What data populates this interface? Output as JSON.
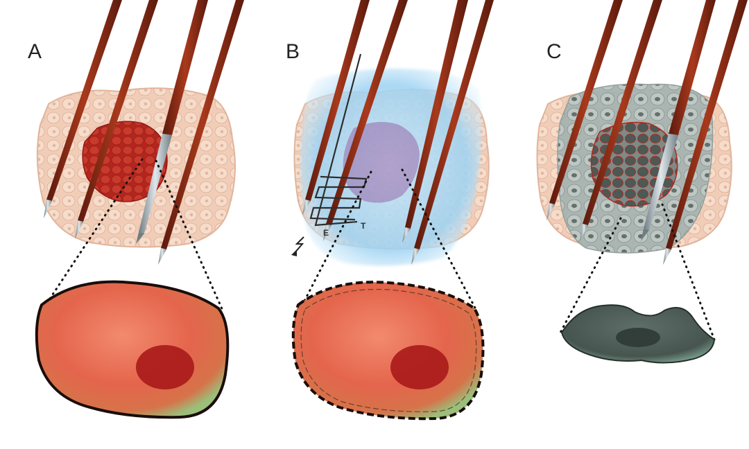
{
  "panels": [
    {
      "id": "A",
      "label": "A"
    },
    {
      "id": "B",
      "label": "B",
      "electrode_labels": {
        "e": "E",
        "t": "T"
      }
    },
    {
      "id": "C",
      "label": "C"
    }
  ],
  "colors": {
    "skin_tissue": "#f1cdb8",
    "tumor": "#b3261e",
    "cold_ice": "#9fd3f2",
    "necrotic_tissue": "#8a9896",
    "probe_shaft": "#8b2a16",
    "cell_body": "#e66b52",
    "nucleus": "#a81a1a",
    "dead_cell": "#4a5a54"
  },
  "icons": [
    "probe-needle",
    "electric-pulse-icon",
    "electrode-coil"
  ]
}
